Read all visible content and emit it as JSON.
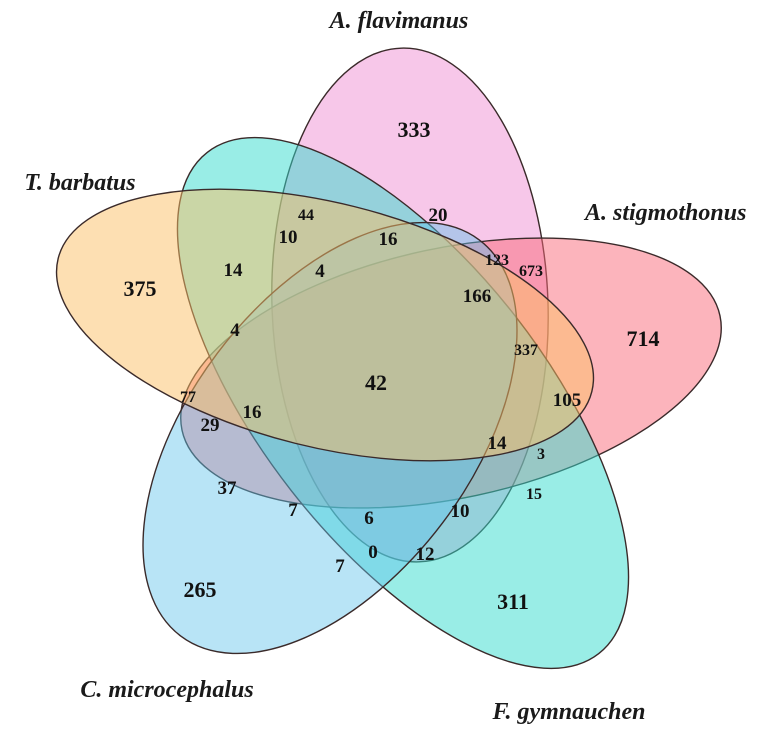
{
  "sets": [
    {
      "id": "a_flavimanus",
      "name": "A. flavimanus",
      "color": "#ee83cf",
      "unique": "333"
    },
    {
      "id": "a_stigmothonus",
      "name": "A. stigmothonus",
      "color": "#fa6a7a",
      "unique": "714"
    },
    {
      "id": "f_gymnauchen",
      "name": "F. gymnauchen",
      "color": "#33dccd",
      "unique": "311"
    },
    {
      "id": "c_microcephalus",
      "name": "C. microcephalus",
      "color": "#62c3ea",
      "unique": "265"
    },
    {
      "id": "t_barbatus",
      "name": "T. barbatus",
      "color": "#fbbf66",
      "unique": "375"
    }
  ],
  "regions": [
    {
      "id": "r20",
      "value": "20"
    },
    {
      "id": "r44",
      "value": "44"
    },
    {
      "id": "r10a",
      "value": "10"
    },
    {
      "id": "r16a",
      "value": "16"
    },
    {
      "id": "r14a",
      "value": "14"
    },
    {
      "id": "r4a",
      "value": "4"
    },
    {
      "id": "r123",
      "value": "123"
    },
    {
      "id": "r673",
      "value": "673"
    },
    {
      "id": "r166",
      "value": "166"
    },
    {
      "id": "r4b",
      "value": "4"
    },
    {
      "id": "r337",
      "value": "337"
    },
    {
      "id": "r42",
      "value": "42"
    },
    {
      "id": "r105",
      "value": "105"
    },
    {
      "id": "r77",
      "value": "77"
    },
    {
      "id": "r16b",
      "value": "16"
    },
    {
      "id": "r29",
      "value": "29"
    },
    {
      "id": "r14b",
      "value": "14"
    },
    {
      "id": "r3",
      "value": "3"
    },
    {
      "id": "r37",
      "value": "37"
    },
    {
      "id": "r15",
      "value": "15"
    },
    {
      "id": "r7a",
      "value": "7"
    },
    {
      "id": "r6",
      "value": "6"
    },
    {
      "id": "r10b",
      "value": "10"
    },
    {
      "id": "r0",
      "value": "0"
    },
    {
      "id": "r12",
      "value": "12"
    },
    {
      "id": "r7b",
      "value": "7"
    }
  ]
}
